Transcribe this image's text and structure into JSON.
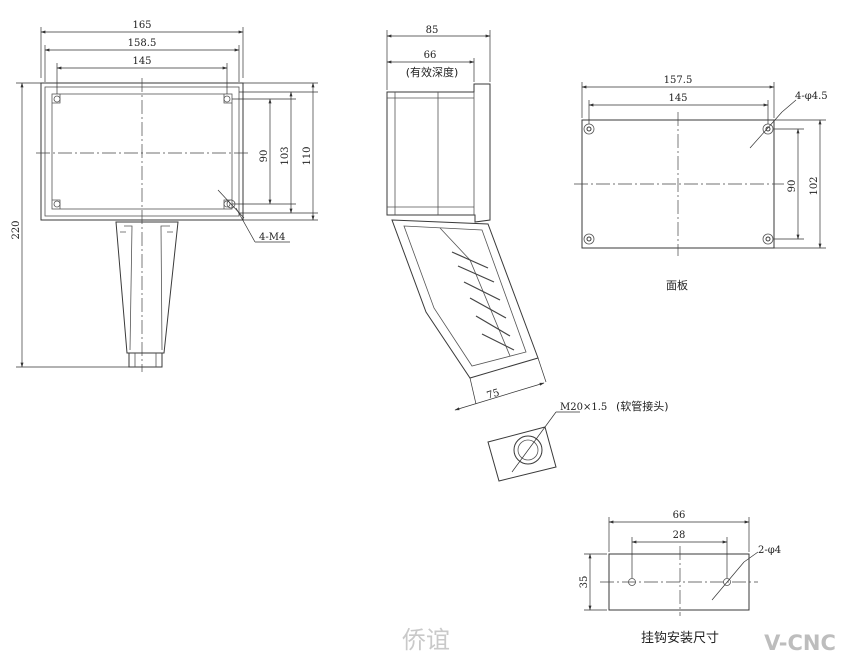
{
  "front_view": {
    "dim_width_outer": "165",
    "dim_width_mid": "158.5",
    "dim_width_inner": "145",
    "dim_height_90": "90",
    "dim_height_103": "103",
    "dim_height_110": "110",
    "dim_total_height": "220",
    "thread_callout": "4-M4"
  },
  "side_view": {
    "dim_depth": "85",
    "dim_effective_depth": "66",
    "effective_depth_note": "(有效深度)",
    "dim_handle": "75",
    "fitting_thread": "M20×1.5",
    "fitting_note": "(软管接头)"
  },
  "panel_view": {
    "dim_width_outer": "157.5",
    "dim_width_inner": "145",
    "dim_height_90": "90",
    "dim_height_102": "102",
    "hole_callout": "4-φ4.5",
    "caption": "面板"
  },
  "hook_view": {
    "dim_width": "66",
    "dim_hole_spacing": "28",
    "dim_height": "35",
    "hole_callout": "2-φ4",
    "caption": "挂钩安装尺寸"
  },
  "watermark": "侨谊",
  "brand_logo": "V-CNC"
}
